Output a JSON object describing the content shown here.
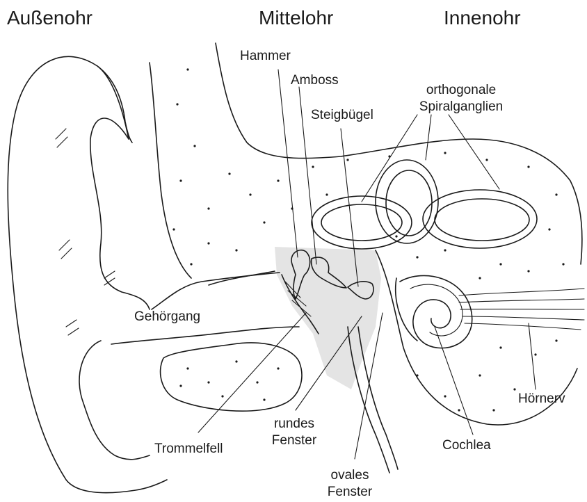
{
  "headers": {
    "outer": "Außenohr",
    "middle": "Mittelohr",
    "inner": "Innenohr"
  },
  "labels": {
    "hammer": "Hammer",
    "amboss": "Amboss",
    "steigbuegel": "Steigbügel",
    "spiral_line1": "orthogonale",
    "spiral_line2": "Spiralganglien",
    "gehoergang": "Gehörgang",
    "trommelfell": "Trommelfell",
    "rundes_line1": "rundes",
    "rundes_line2": "Fenster",
    "ovales_line1": "ovales",
    "ovales_line2": "Fenster",
    "cochlea": "Cochlea",
    "hoernerv": "Hörnerv"
  },
  "colors": {
    "line": "#1a1a1a",
    "middle_ear_fill": "#e4e4e4",
    "background": "#ffffff"
  }
}
